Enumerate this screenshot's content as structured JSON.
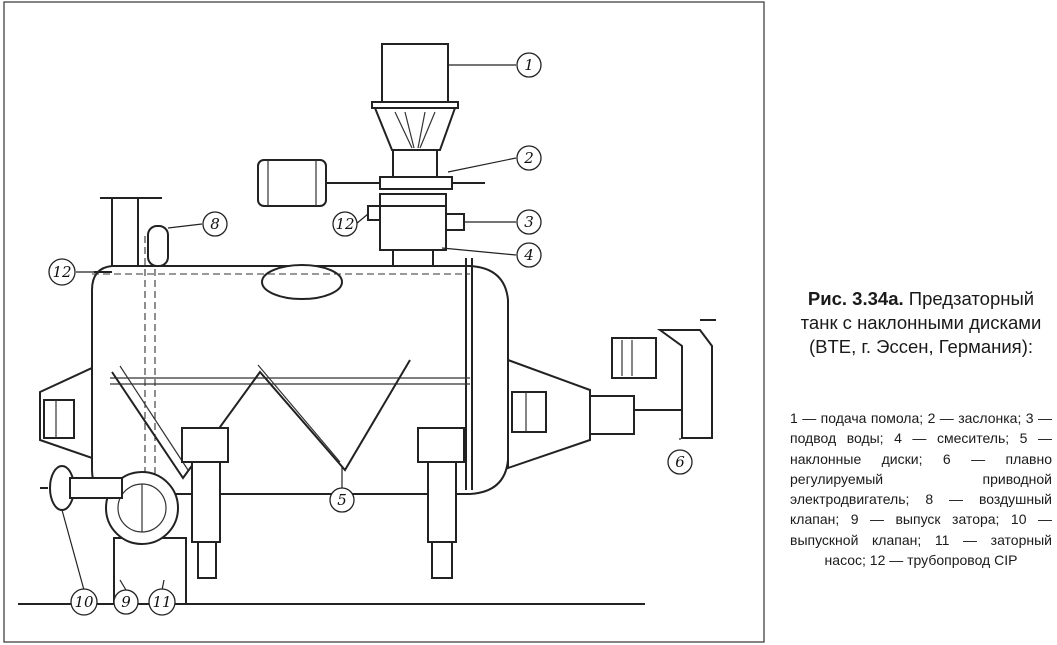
{
  "figure": {
    "number": "Рис. 3.34а.",
    "title": "Предзаторный танк с наклонными дисками (BTE, г. Эссен, Германия):",
    "legend": "1 — подача помола; 2 — заслонка; 3 — подвод воды; 4 — смеситель; 5 — наклонные диски; 6 — плавно регулируемый приводной электродвигатель; 8 — воздушный клапан; 9 — выпуск затора; 10 — выпускной клапан; 11 — заторный насос; 12 — трубопровод CIP"
  },
  "callouts": {
    "c1": "1",
    "c2": "2",
    "c3": "3",
    "c4": "4",
    "c5": "5",
    "c6": "6",
    "c8": "8",
    "c9": "9",
    "c10": "10",
    "c11": "11",
    "c12a": "12",
    "c12b": "12"
  },
  "colors": {
    "ink": "#222222",
    "paper": "#ffffff"
  }
}
